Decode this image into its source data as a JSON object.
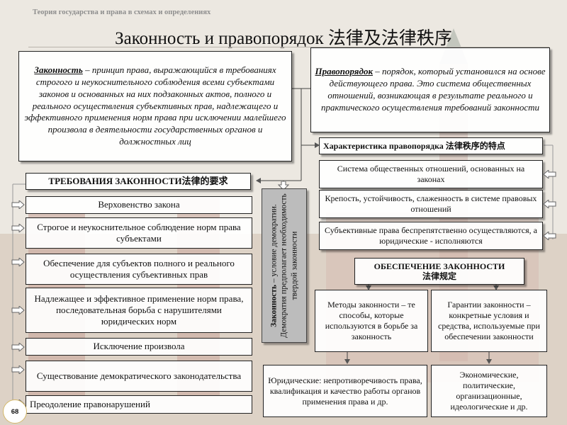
{
  "header": {
    "caption": "Теория  государства  и права  в схемах и определениях",
    "title": "Законность и правопорядок   法律及法律秩序"
  },
  "legality": {
    "term": "Законность",
    "definition": " – принцип права, выражающийся в требованиях строгого и неукоснительного соблюдения всеми субъектами законов и основанных на них подзаконных актов, полного и реального осуществления субъективных прав, надлежащего и эффективного применения норм права при исключении малейшего произвола в деятельности государственных органов и должностных лиц"
  },
  "law_order": {
    "term": "Правопорядок",
    "definition": " – порядок, который установился на основе действующего права. Это система общественных отношений, возникающая в результате реального и практического осуществления требований законности"
  },
  "characteristics": {
    "heading": "Характеристика  правопорядка  法律秩序的特点",
    "items": [
      "Система общественных  отношений, основанных на законах",
      "Крепость, устойчивость, слаженность в системе правовых отношений",
      "Субъективные права беспрепятственно осуществляются, а юридические - исполняются"
    ]
  },
  "requirements": {
    "heading": "ТРЕБОВАНИЯ ЗАКОННОСТИ法律的要求",
    "items": [
      "Верховенство закона",
      "Строгое и неукоснительное соблюдение норм права субъектами",
      "Обеспечение для субъектов полного и реального осуществления субъективных прав",
      "Надлежащее и эффективное применение норм права, последовательная борьба с нарушителями юридических норм",
      "Исключение произвола",
      "Существование демократического законодательства",
      "Преодоление правонарушений"
    ]
  },
  "democracy_note": {
    "term": "Законность",
    "text": " – условие демократии. Демократия предполагает необходимость твердой законности"
  },
  "ensuring": {
    "heading_line1": "ОБЕСПЕЧЕНИЕ  ЗАКОННОСТИ",
    "heading_line2": "法律规定",
    "methods": "Методы законности – те способы, которые используются в борьбе за законность",
    "guarantees": "Гарантии законности – конкретные условия и средства, используемые при обеспечении законности",
    "legal": "Юридические:  непротиворечивость права, квалификация и качество работы органов применения права и др.",
    "other": "Экономические, политические, организационные, идеологические и др."
  },
  "page_number": "68"
}
